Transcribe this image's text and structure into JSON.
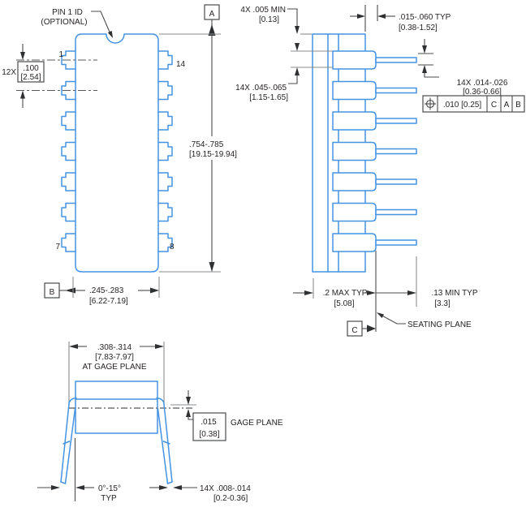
{
  "colors": {
    "outline_blue": "#4493e3",
    "dimension_dark": "#4a4b4d",
    "extension_gray": "#8a8b8d",
    "text_dark": "#231f20",
    "background": "#ffffff"
  },
  "top_view": {
    "pin1_callout": {
      "line1": "PIN 1 ID",
      "line2": "(OPTIONAL)"
    },
    "pins": {
      "top_left": "1",
      "top_right": "14",
      "bottom_left": "7",
      "bottom_right": "8"
    },
    "pitch": {
      "qty": "12X",
      "inch": ".100",
      "mm": "[2.54]"
    },
    "datum_a": "A",
    "datum_b": "B",
    "body_length": {
      "inch": ".754-.785",
      "mm": "[19.15-19.94]"
    },
    "body_width": {
      "inch": ".245-.283",
      "mm": "[6.22-7.19]"
    }
  },
  "side_view": {
    "standoff": {
      "label": "4X .005 MIN",
      "mm": "[0.13]"
    },
    "shoulder": {
      "label": ".015-.060  TYP",
      "mm": "[0.38-1.52]"
    },
    "lead_width": {
      "label": "14X .045-.065",
      "mm": "[1.15-1.65]"
    },
    "lead_tip_width": {
      "label": "14X .014-.026",
      "mm": "[0.36-0.66]"
    },
    "position_tolerance": {
      "value": ".010 [0.25]",
      "datum1": "C",
      "datum2": "A",
      "datum3": "B"
    },
    "body_height": {
      "label": ".2 MAX TYP",
      "mm": "[5.08]"
    },
    "lead_below_seating": {
      "label": ".13 MIN TYP",
      "mm": "[3.3]"
    },
    "datum_c": "C",
    "seating_plane_label": "SEATING PLANE"
  },
  "end_view": {
    "width_at_gage": {
      "inch": ".308-.314",
      "mm": "[7.83-7.97]",
      "note": "AT GAGE PLANE"
    },
    "gage_offset": {
      "inch": ".015",
      "mm": "[0.38]"
    },
    "gage_plane_label": "GAGE PLANE",
    "lead_angle": {
      "label": "0°-15°",
      "note": "TYP"
    },
    "lead_tip_thickness": {
      "label": "14X .008-.014",
      "mm": "[0.2-0.36]"
    }
  }
}
